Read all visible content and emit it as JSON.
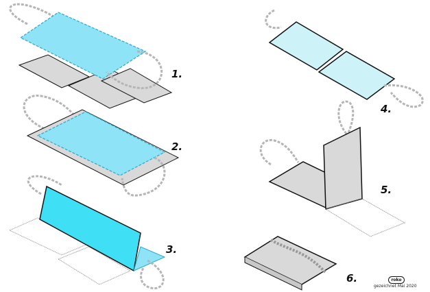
{
  "diagram": {
    "subject": "Folding steps of a mask holder case",
    "steps": [
      {
        "label": "1.",
        "description": "Mask placed above two-part flat holder"
      },
      {
        "label": "2.",
        "description": "Mask laid on flat holder"
      },
      {
        "label": "3.",
        "description": "Holder half folded up with mask"
      },
      {
        "label": "4.",
        "description": "Holder opened flat with mask inside"
      },
      {
        "label": "5.",
        "description": "Holder folded upright"
      },
      {
        "label": "6.",
        "description": "Closed holder with ear loop strap"
      }
    ],
    "colors": {
      "mask_fill": "#8ee3f7",
      "mask_edge": "#2aa7c9",
      "holder_fill": "#d9d9d9",
      "outline": "#111111",
      "strap": "#b5b5b5"
    }
  },
  "footer": {
    "logo_text": "roko",
    "credit": "gezeichnet Mai 2020"
  }
}
